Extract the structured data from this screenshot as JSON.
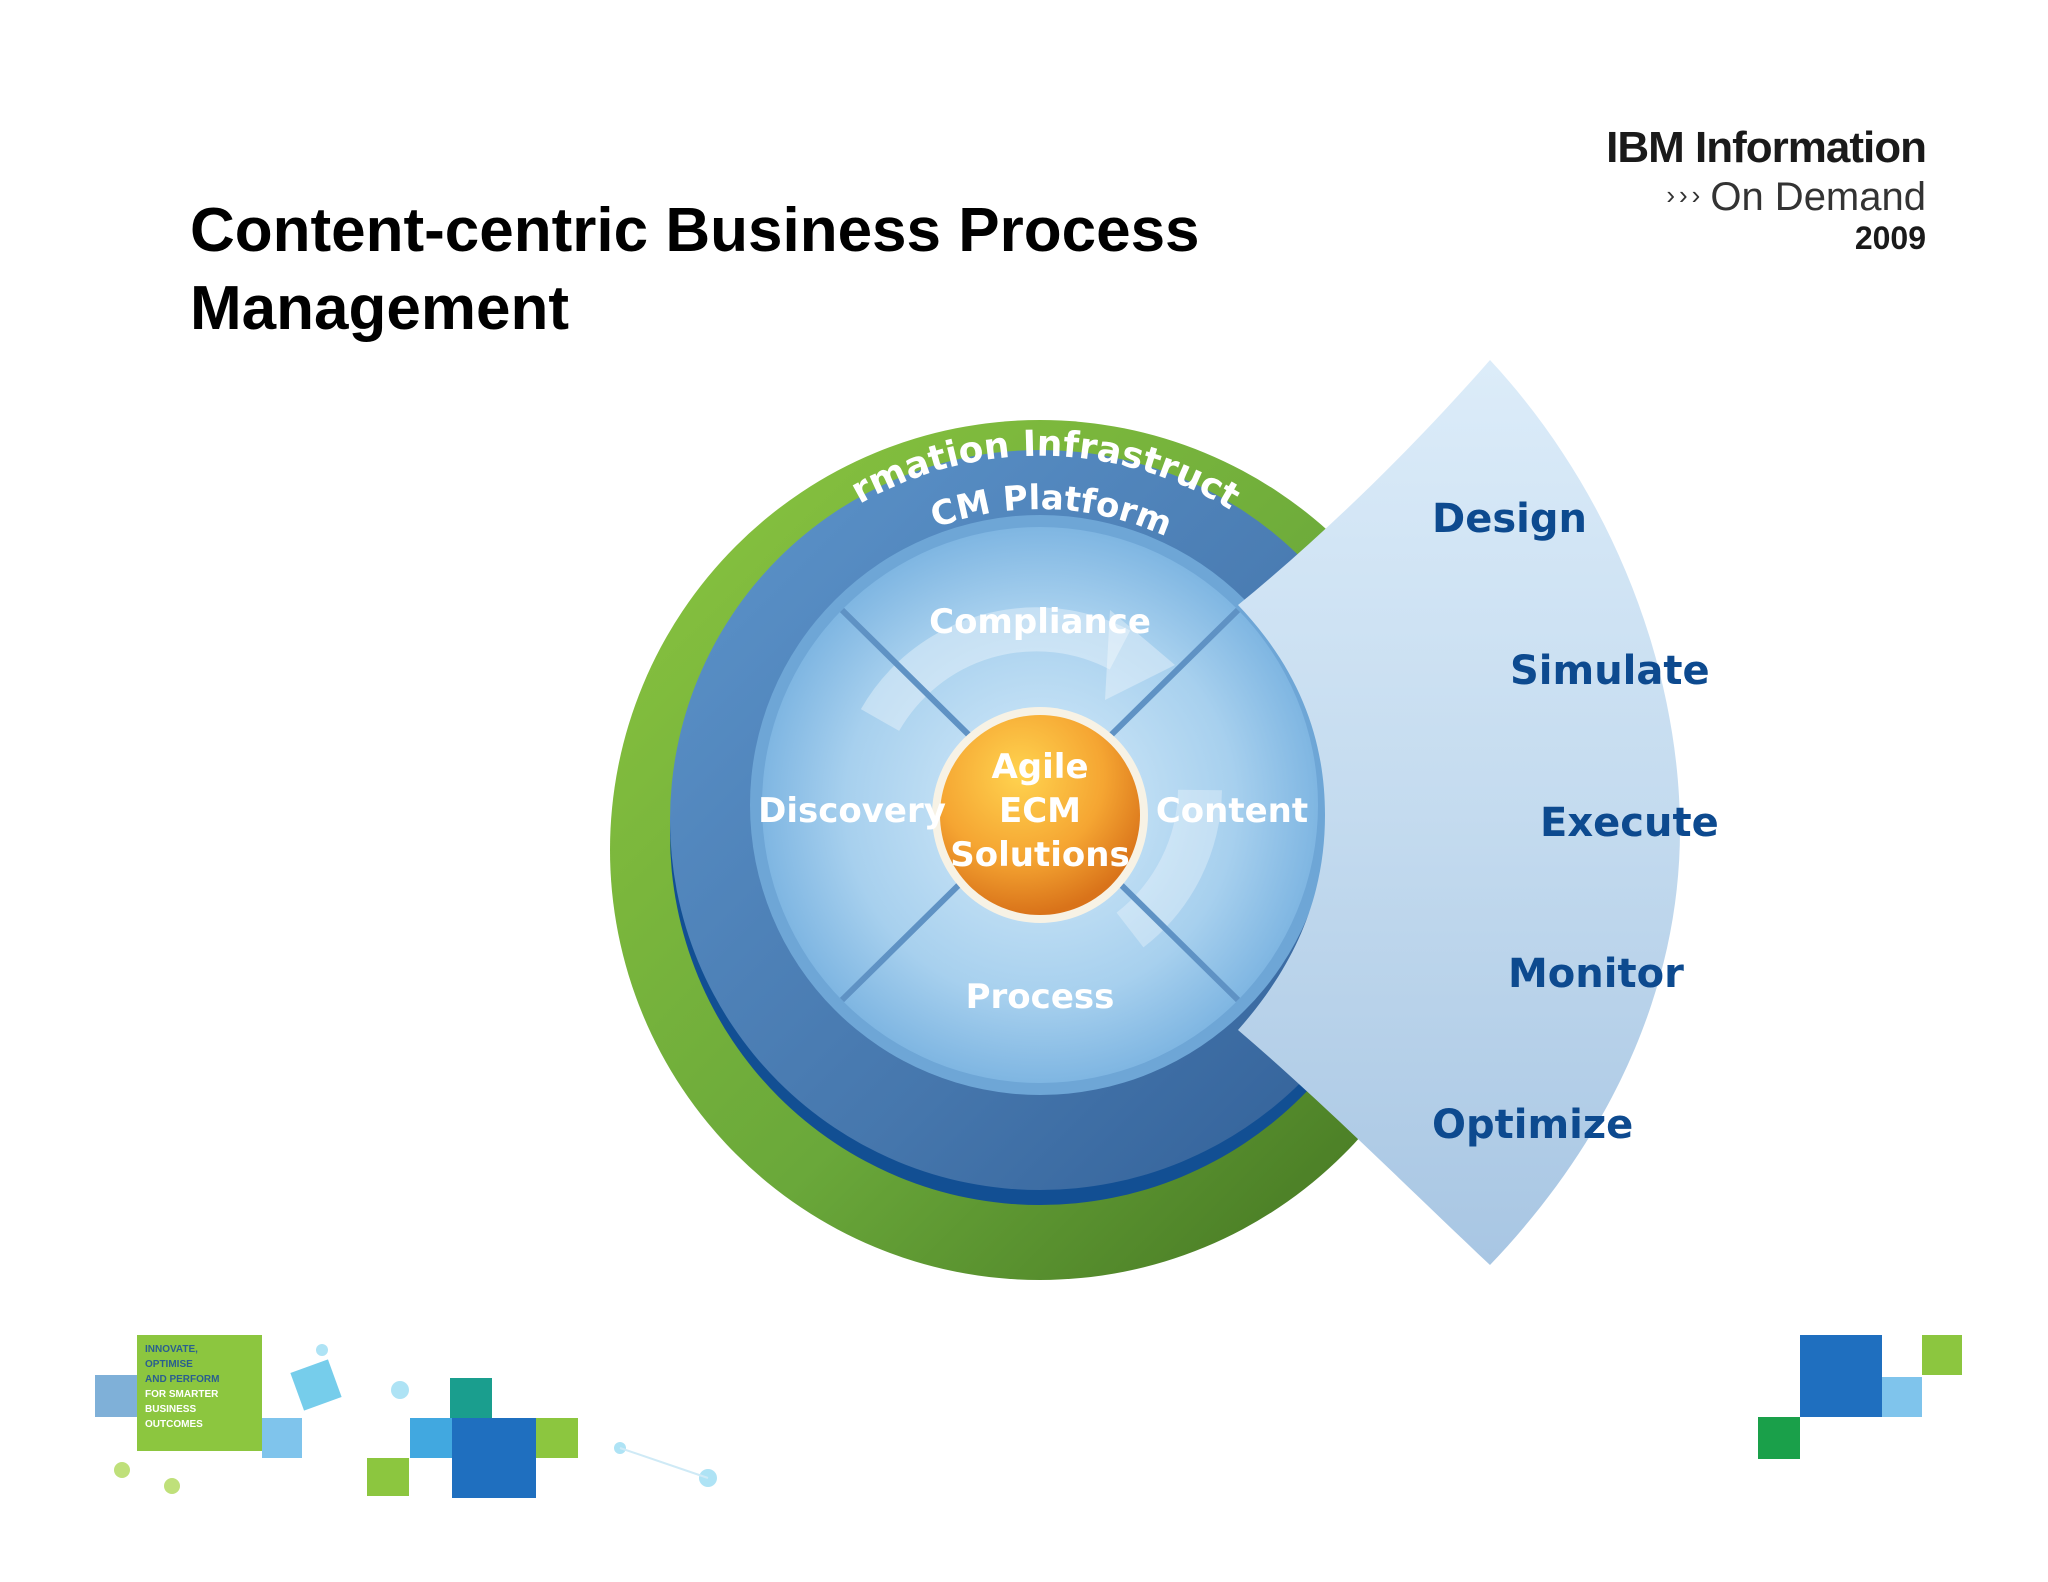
{
  "slide": {
    "title": "Content-centric Business Process Management"
  },
  "logo": {
    "line1": "IBM Information",
    "chevrons": "›››",
    "line2": "On Demand",
    "year": "2009"
  },
  "diagram": {
    "outer_ring_label": "Information Infrastructure",
    "mid_ring_label": "ECM Platform",
    "quadrants": {
      "top": "Compliance",
      "left": "Discovery",
      "right": "Content",
      "bottom": "Process"
    },
    "center": {
      "line1": "Agile",
      "line2": "ECM",
      "line3": "Solutions"
    },
    "stages": [
      "Design",
      "Simulate",
      "Execute",
      "Monitor",
      "Optimize"
    ],
    "colors": {
      "outer_ring": "#6aa83a",
      "mid_ring": "#4a7fb8",
      "inner_disc": "#8cc0e6",
      "center": "#f2a33a",
      "petal": "#c5dcf0",
      "stage_text": "#0d4a8f"
    }
  },
  "footer": {
    "badge_lines": [
      "INNOVATE,",
      "OPTIMISE",
      "AND PERFORM",
      "FOR SMARTER",
      "BUSINESS",
      "OUTCOMES"
    ]
  }
}
